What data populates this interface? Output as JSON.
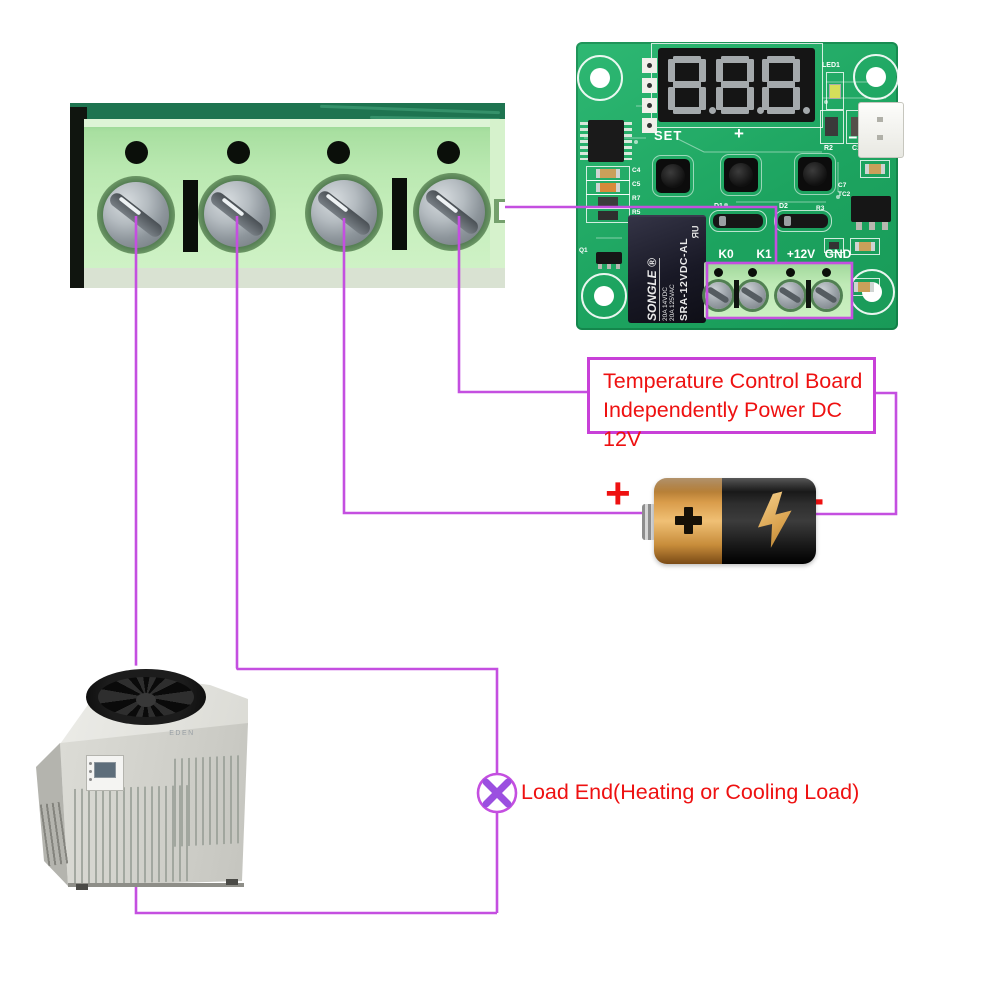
{
  "colors": {
    "wire_magenta": "#c44fe0",
    "annotation_red": "#ee1111",
    "label_box_border": "#c840d8",
    "x_symbol_purple": "#9b4fe0",
    "pcb_green": "#1fa862"
  },
  "callouts": {
    "power_label_line1": "Temperature Control Board",
    "power_label_line2": "Independently Power DC 12V",
    "load_label": "Load End(Heating or Cooling Load)"
  },
  "battery": {
    "positive": "+",
    "negative": "-"
  },
  "pcb": {
    "display_value": "8.8.8.",
    "silkscreen": {
      "set": "SET",
      "plus": "+",
      "minus": "-",
      "led1": "LED1",
      "r2": "R2",
      "c1": "C1",
      "c4": "C4",
      "c5": "C5",
      "r7": "R7",
      "r5": "R5",
      "q1": "Q1",
      "c7": "C7",
      "tc2": "TC2",
      "r3": "R3",
      "d1": "D1",
      "d2": "D2"
    },
    "terminal_labels": [
      "K0",
      "K1",
      "+12V",
      "GND"
    ],
    "relay": {
      "brand": "SONGLE ®",
      "cert": "ЯU",
      "rating1": "20A 14VDC",
      "rating2": "20A 125VAC",
      "model": "SRA-12VDC-AL"
    }
  },
  "cooling_unit": {
    "brand": "EDEN"
  }
}
